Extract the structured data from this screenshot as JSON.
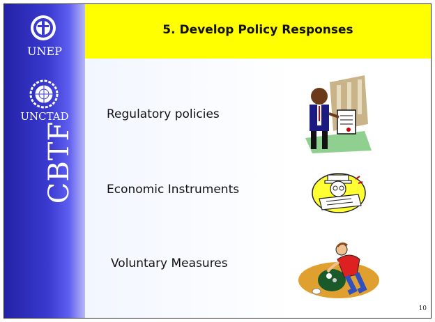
{
  "slide": {
    "title": "5. Develop Policy Responses",
    "page_number": "10"
  },
  "sidebar": {
    "logos": [
      {
        "text": "UNEP",
        "icon": "unep-emblem-icon"
      },
      {
        "text": "UNCTAD",
        "icon": "un-emblem-icon"
      }
    ],
    "vertical_text": "CBTF"
  },
  "items": [
    {
      "label": "Regulatory policies",
      "clipart": "businessman-with-law-document-clipart"
    },
    {
      "label": "Economic Instruments",
      "clipart": "man-with-newspaper-clipart"
    },
    {
      "label": "Voluntary Measures",
      "clipart": "man-collecting-litter-clipart"
    }
  ],
  "colors": {
    "header": "#ffff00",
    "sidebar": "#3030c0"
  }
}
